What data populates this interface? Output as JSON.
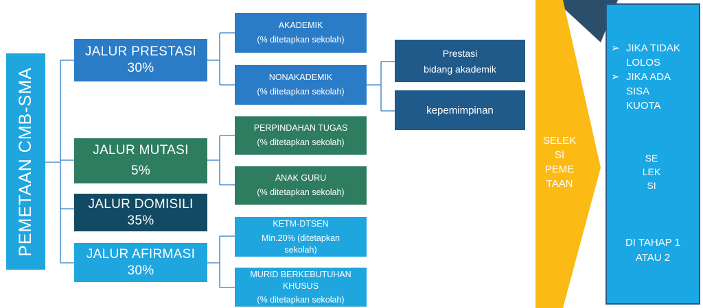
{
  "root": "PEMETAAN CMB-SMA",
  "jalur": {
    "prestasi": {
      "title": "JALUR PRESTASI",
      "pct": "30%"
    },
    "mutasi": {
      "title": "JALUR MUTASI",
      "pct": "5%"
    },
    "domisili": {
      "title": "JALUR DOMISILI",
      "pct": "35%"
    },
    "afirmasi": {
      "title": "JALUR AFIRMASI",
      "pct": "30%"
    }
  },
  "sub": {
    "akademik": {
      "line1": "AKADEMIK",
      "line2": "(% ditetapkan sekolah)"
    },
    "nonakademik": {
      "line1": "NONAKADEMIK",
      "line2": "(% ditetapkan sekolah)"
    },
    "pindah": {
      "line1": "PERPINDAHAN TUGAS",
      "line2": "(% ditetapkan sekolah)"
    },
    "anakguru": {
      "line1": "ANAK GURU",
      "line2": "(% ditetapkan sekolah)"
    },
    "ketm": {
      "line1": "KETM-DTSEN",
      "line2": "Min.20% (ditetapkan",
      "line3": "sekolah)"
    },
    "murid": {
      "line1": "MURID BERKEBUTUHAN",
      "line2": "KHUSUS",
      "line3": "(% ditetapkan sekolah)"
    }
  },
  "nonak_children": {
    "prestasi": {
      "line1": "Prestasi",
      "line2": "bidang akademik"
    },
    "kepemimpinan": {
      "line1": "kepemimpinan"
    }
  },
  "seleksi_arrow": {
    "lines": [
      "SELEK",
      "SI",
      "PEME",
      "TAAN"
    ]
  },
  "right_panel": {
    "bullets": [
      [
        "JIKA TIDAK",
        "LOLOS"
      ],
      [
        "JIKA ADA",
        "SISA",
        "KUOTA"
      ]
    ],
    "down_arrow": [
      "SE",
      "LEK",
      "SI"
    ],
    "footer": [
      "DI TAHAP 1",
      "ATAU 2"
    ]
  },
  "colors": {
    "navy": "#1f5a8a",
    "mid": "#2a7cc7",
    "green": "#2e7d60",
    "dark": "#124a63",
    "sky": "#1fa6df",
    "arrow": "#fbbb14",
    "corner": "#2b4f6b"
  }
}
